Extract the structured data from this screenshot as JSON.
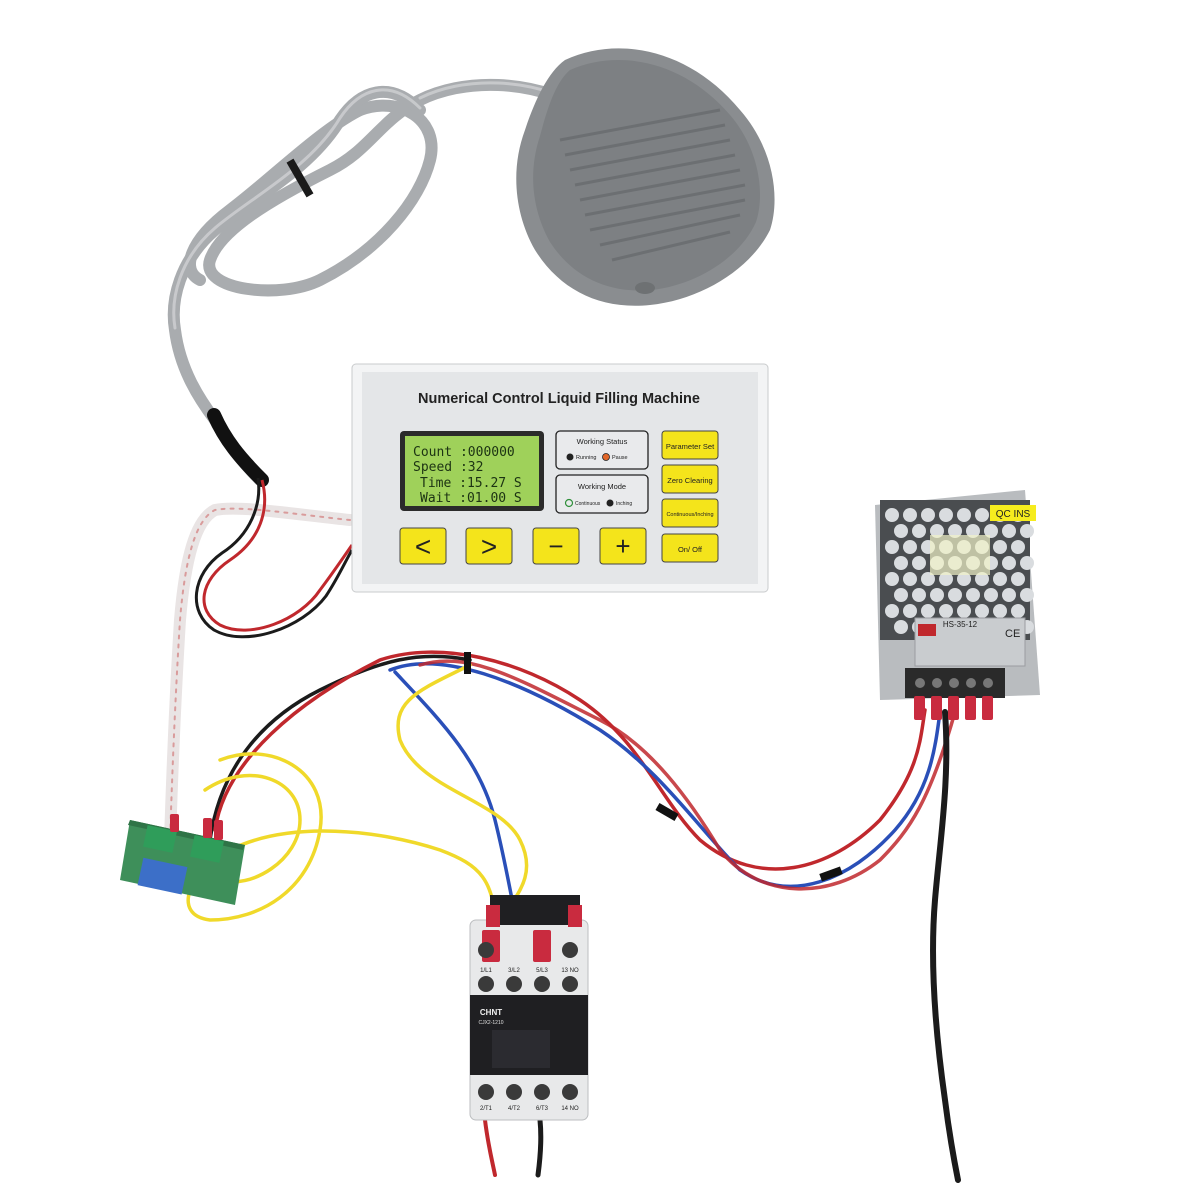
{
  "panel": {
    "title": "Numerical Control Liquid Filling Machine",
    "display": {
      "count": "Count :000000",
      "speed": "Speed :32",
      "time": "Time :15.27 S",
      "wait": "Wait :01.00 S"
    },
    "status_box": {
      "title": "Working  Status",
      "opt_running": "Running",
      "opt_pause": "Pause"
    },
    "mode_box": {
      "title": "Working Mode",
      "opt_continuous": "Continuous",
      "opt_inching": "Inching"
    },
    "side_buttons": [
      "Parameter Set",
      "Zero Clearing",
      "Continuous/Inching",
      "On/ Off"
    ],
    "arrow_buttons": [
      "<",
      ">",
      "−",
      "+"
    ]
  },
  "power_supply": {
    "tag": "QC  INS",
    "model": "HS-35-12"
  },
  "contactor": {
    "brand": "CHNT",
    "model": "CJX2-1210",
    "top_terminals": [
      "1/L1",
      "3/L2",
      "5/L3",
      "13 NO"
    ],
    "bottom_terminals": [
      "2/T1",
      "4/T2",
      "6/T3",
      "14 NO"
    ]
  },
  "colors": {
    "panel_bg": "#e4e6e8",
    "lcd_green": "#9fd15a",
    "button_yellow": "#f4e41b",
    "pedal_gray": "#8a8d90",
    "wire_red": "#c0282d",
    "wire_blue": "#2a4fb8",
    "wire_yellow": "#f0d92a",
    "wire_black": "#1b1b1b",
    "pcb_green": "#3e8f5a"
  },
  "icons": {
    "pedal": "foot-pedal-icon",
    "relay": "relay-module-icon"
  }
}
